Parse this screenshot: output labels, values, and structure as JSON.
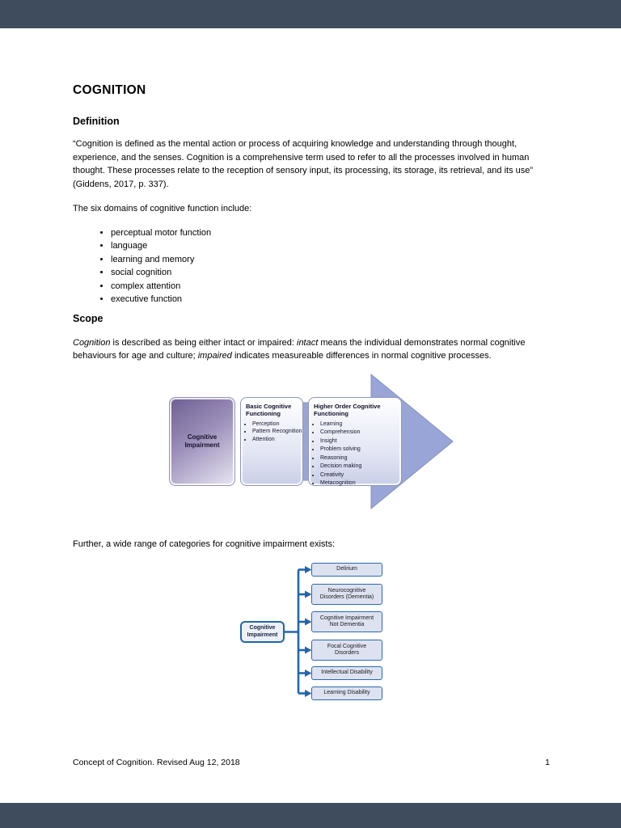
{
  "document": {
    "title": "COGNITION",
    "footer": {
      "left": "Concept of Cognition. Revised Aug 12, 2018",
      "page_number": "1"
    }
  },
  "definition": {
    "heading": "Definition",
    "paragraph": "“Cognition is defined as the mental action or process of acquiring knowledge and understanding through thought, experience, and the senses. Cognition is a comprehensive term used to refer to all the processes involved in human thought. These processes relate to the reception of sensory input, its processing, its storage, its retrieval, and its use” (Giddens, 2017, p. 337).",
    "domains_intro": "The six domains of cognitive function include:",
    "domains": [
      "perceptual motor function",
      "language",
      "learning and memory",
      "social cognition",
      "complex attention",
      "executive function"
    ]
  },
  "scope": {
    "heading": "Scope",
    "paragraph_parts": [
      {
        "text": "Cognition",
        "italic": true
      },
      {
        "text": " is described as being either intact or impaired: ",
        "italic": false
      },
      {
        "text": "intact",
        "italic": true
      },
      {
        "text": " means the individual demonstrates normal cognitive behaviours for age and culture; ",
        "italic": false
      },
      {
        "text": "impaired",
        "italic": true
      },
      {
        "text": " indicates measureable differences in normal cognitive processes.",
        "italic": false
      }
    ]
  },
  "diagram_flow": {
    "impairment_label": "Cognitive Impairment",
    "basic": {
      "title": "Basic Cognitive Functioning",
      "items": [
        "Perception",
        "Pattern Recognition",
        "Attention"
      ]
    },
    "higher": {
      "title": "Higher Order Cognitive Functioning",
      "items": [
        "Learning",
        "Comprehension",
        "Insight",
        "Problem solving",
        "Reasoning",
        "Decision making",
        "Creativity",
        "Metacognition"
      ]
    }
  },
  "categories": {
    "intro": "Further, a wide range of categories for cognitive impairment exists:",
    "root_label": "Cognitive Impairment",
    "items": [
      "Delirium",
      "Neurocognitive Disorders (Dementia)",
      "Cognitive Impairment Not Dementia",
      "Focal Cognitive Disorders",
      "Intellectual Disability",
      "Learning Disability"
    ]
  },
  "colors": {
    "viewer_chrome": "#3e4c5e",
    "page_background": "#ffffff",
    "arrow_fill": "#98a5d6",
    "impairment_box_gradient_dark": "#6e5e92",
    "flow_box_fill_light": "#e4e7f4",
    "tree_line_blue": "#2166ad",
    "category_box_fill": "#dde2f1"
  }
}
